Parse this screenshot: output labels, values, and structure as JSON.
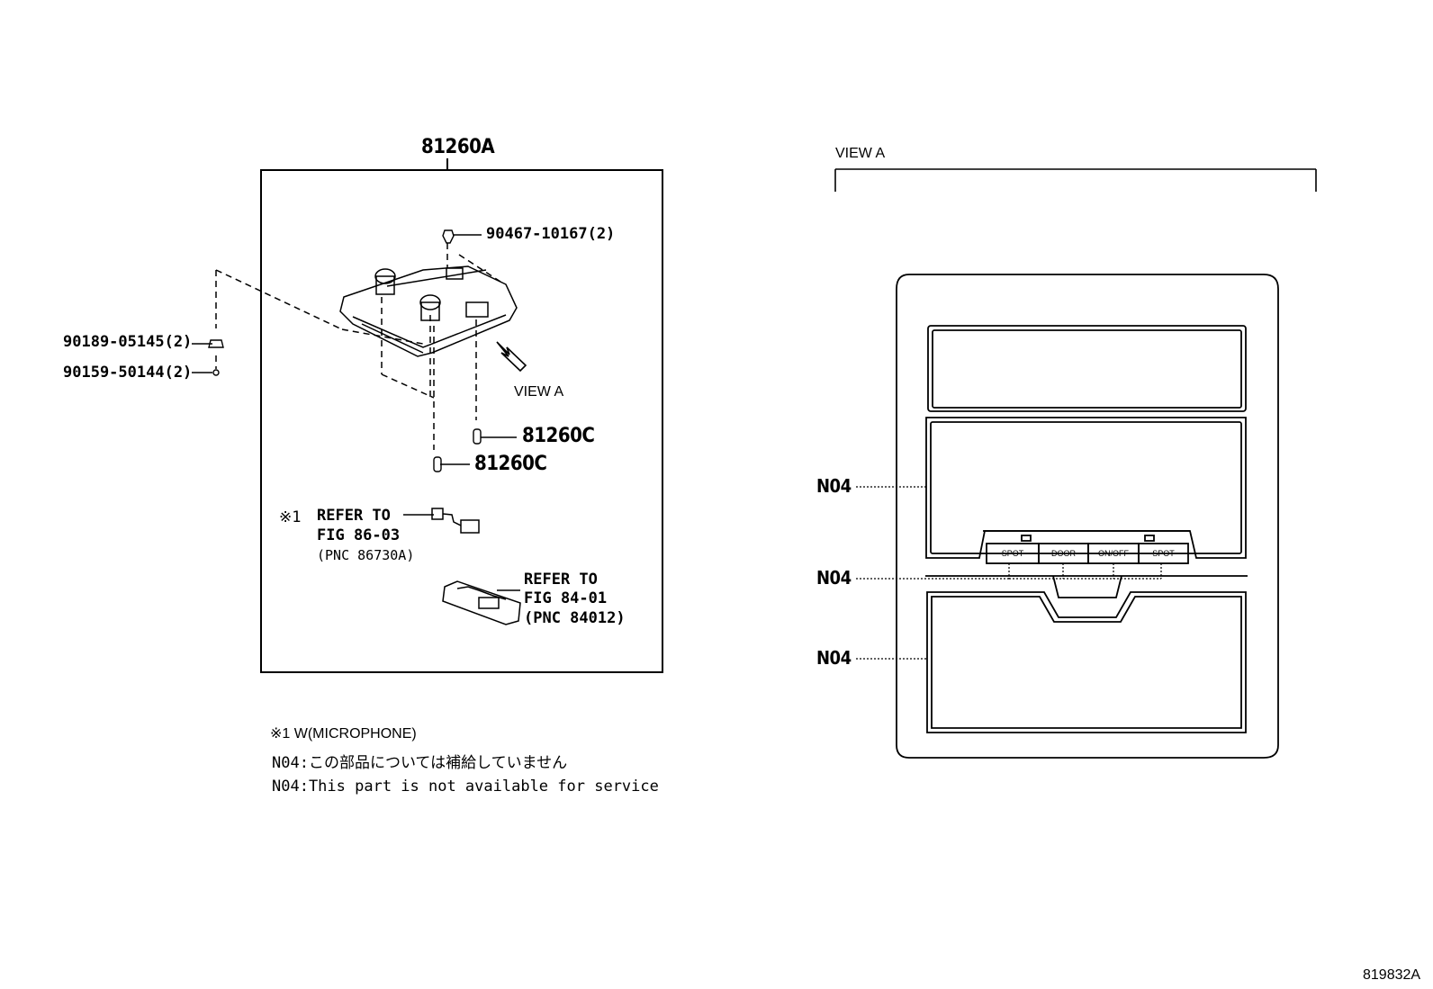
{
  "assembly_label": "81260A",
  "parts": {
    "p90467": "90467-10167(2)",
    "p90189": "90189-05145(2)",
    "p90159": "90159-50144(2)",
    "bulb_upper": "81260C",
    "bulb_lower": "81260C"
  },
  "view_a_arrow_label": "VIEW A",
  "refer1": {
    "mark": "※1",
    "line1": "REFER TO",
    "line2": "FIG 86-03",
    "line3": "(PNC 86730A)"
  },
  "refer2": {
    "line1": "REFER TO",
    "line2": "FIG 84-01",
    "line3": "(PNC 84012)"
  },
  "notes": {
    "note1": "※1  W(MICROPHONE)",
    "note_jp": "N04:この部品については補給していません",
    "note_en": "N04:This part is not available for service"
  },
  "view_a": {
    "title": "VIEW A",
    "callout_top": "N04",
    "callout_mid": "N04",
    "callout_bottom": "N04",
    "buttons": [
      "SPOT",
      "DOOR",
      "ON/OFF",
      "SPOT"
    ]
  },
  "figure_id": "819832A"
}
